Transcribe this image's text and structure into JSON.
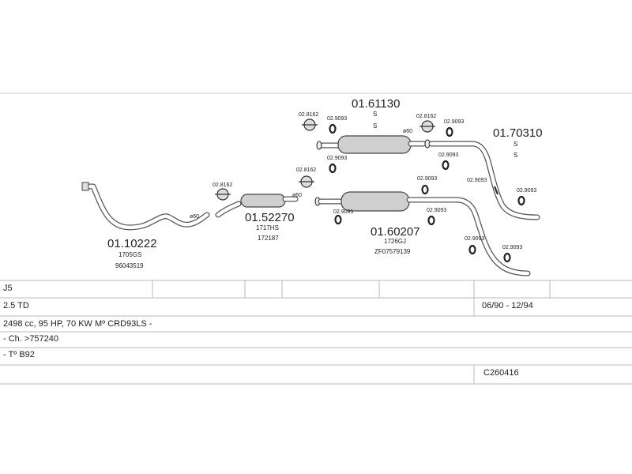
{
  "diagram": {
    "parts": {
      "p1": {
        "number": "01.10222",
        "codes": [
          "1705GS",
          "96043519"
        ]
      },
      "p2": {
        "number": "01.52270",
        "codes": [
          "1717HS",
          "172187"
        ]
      },
      "p3": {
        "number": "01.61130",
        "codes": [
          "S",
          "S"
        ]
      },
      "p4": {
        "number": "01.60207",
        "codes": [
          "1726GJ",
          "ZF07579139"
        ]
      },
      "p5": {
        "number": "01.70310",
        "codes": [
          "S",
          "S"
        ]
      }
    },
    "fittings": {
      "clamp": "02.8162",
      "ring": "02.9093",
      "ring_alt": "02.9095",
      "diameter": "ø60"
    }
  },
  "table": {
    "row1": {
      "model": "J5"
    },
    "row2": {
      "engine": "2.5 TD",
      "years": "06/90 - 12/94"
    },
    "row3": {
      "spec": "2498 cc, 95 HP, 70 KW Mº CRD93LS -"
    },
    "row4": {
      "chassis": "- Ch. >757240"
    },
    "row5": {
      "type": "- Tº B92"
    },
    "row6": {
      "code": "C260416"
    }
  }
}
